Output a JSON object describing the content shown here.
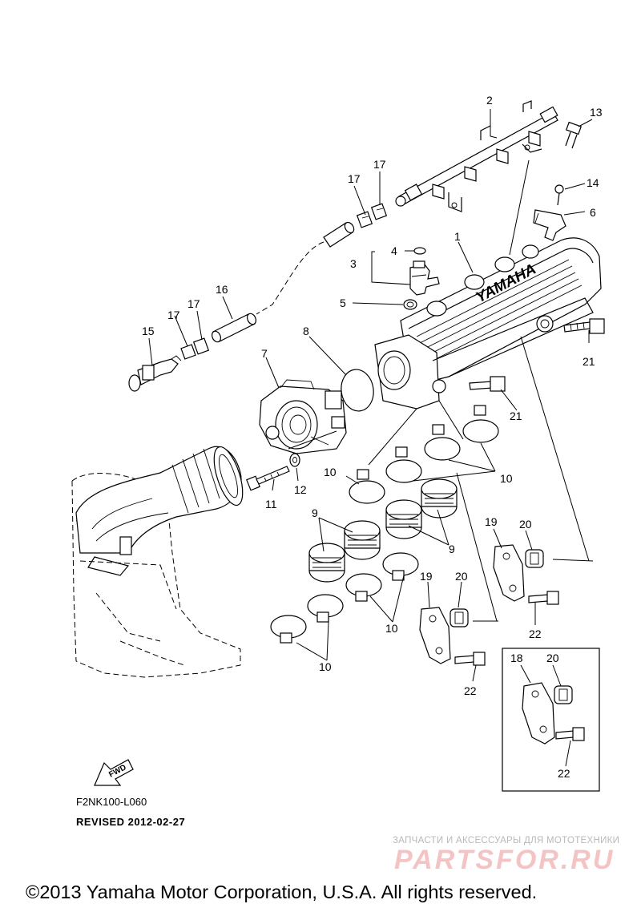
{
  "diagram": {
    "part_numbers": {
      "p1": "1",
      "p2": "2",
      "p3": "3",
      "p4": "4",
      "p5": "5",
      "p6": "6",
      "p7": "7",
      "p8": "8",
      "p9": "9",
      "p10": "10",
      "p11": "11",
      "p12": "12",
      "p13": "13",
      "p14": "14",
      "p15": "15",
      "p16": "16",
      "p17": "17",
      "p18": "18",
      "p19": "19",
      "p20": "20",
      "p21": "21",
      "p22": "22"
    },
    "manifold_brand": "YAMAHA",
    "fwd_arrow": "FWD"
  },
  "footer": {
    "diagram_code": "F2NK100-L060",
    "revised": "REVISED 2012-02-27",
    "copyright": "©2013 Yamaha Motor Corporation, U.S.A. All rights reserved."
  },
  "watermark": {
    "tagline": "ЗАПЧАСТИ И АКСЕССУАРЫ ДЛЯ МОТОТЕХНИКИ",
    "logo": "PARTSFOR.RU"
  }
}
